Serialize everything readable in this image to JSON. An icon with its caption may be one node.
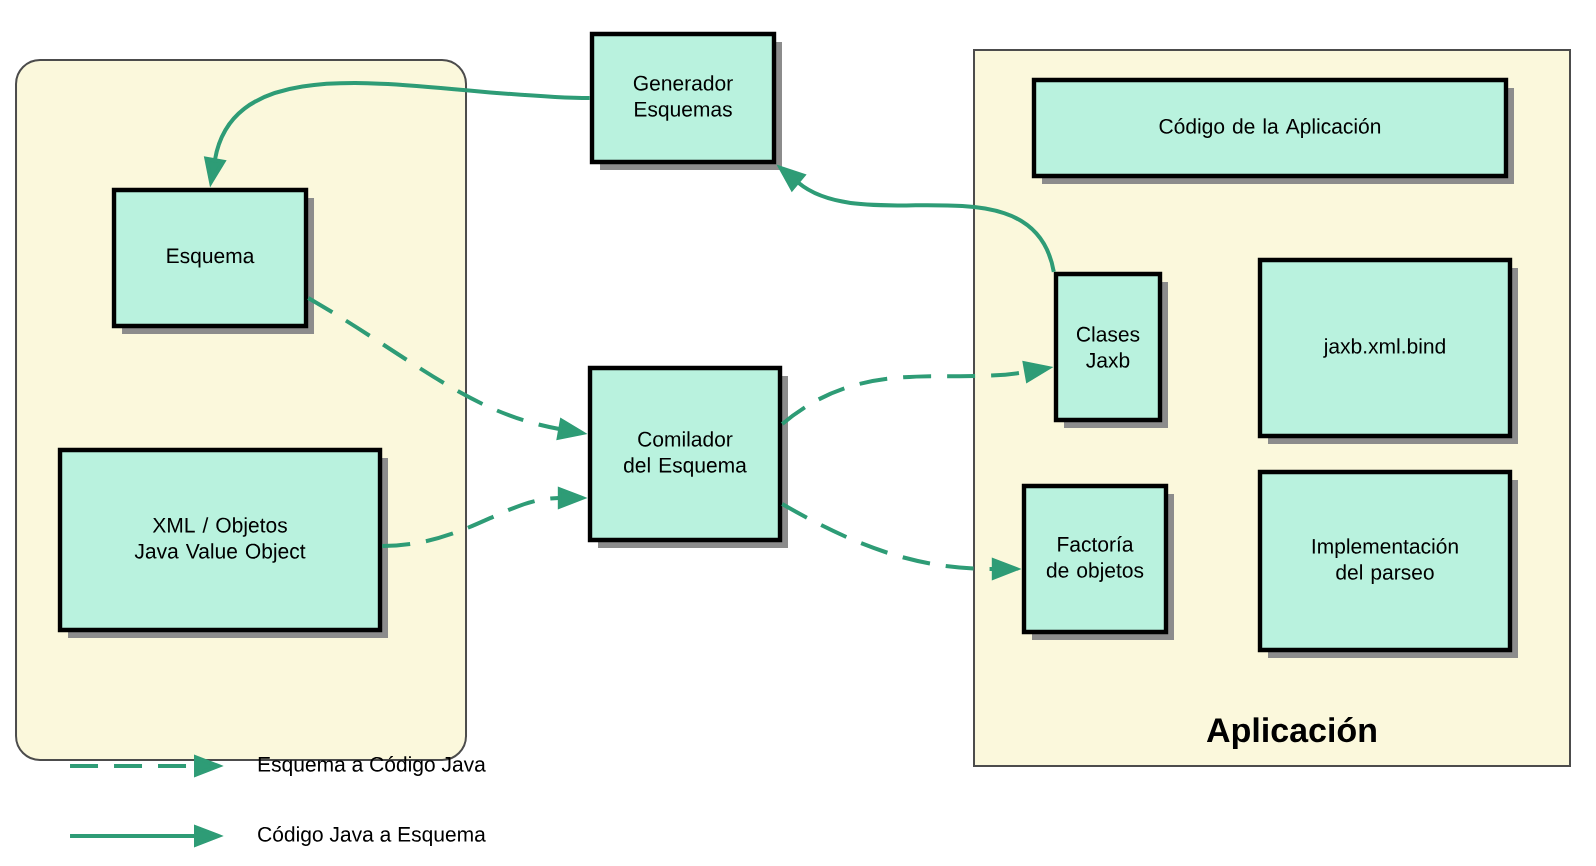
{
  "diagram": {
    "nodes": [
      {
        "text": [],
        "shape": "box"
      },
      {
        "text": [
          "Esquema"
        ],
        "in": 0
      },
      {
        "text": [
          "XML / Objetos Java Value Object"
        ],
        "in": 0
      },
      {
        "text": [
          "Generador Esquemas"
        ]
      },
      {
        "text": [
          "Comilador del Esquema"
        ]
      },
      {
        "text": [
          "Aplicación"
        ]
      },
      {
        "text": [
          "Código de la Aplicación"
        ],
        "in": 5
      },
      {
        "text": [
          "Clases Jaxb"
        ],
        "in": 5
      },
      {
        "text": [
          "jaxb.xml.bind"
        ],
        "in": 5
      },
      {
        "text": [
          "Factoría de objetos"
        ],
        "in": 5
      },
      {
        "text": [
          "Implementación del parseo"
        ],
        "in": 5
      }
    ],
    "edges": [
      {
        "from": 3,
        "to": 1,
        "arrow": "to"
      },
      {
        "from": 7,
        "to": 3,
        "arrow": "to"
      },
      {
        "from": 1,
        "to": 4,
        "arrow": "to",
        "style": "dashed"
      },
      {
        "from": 2,
        "to": 4,
        "arrow": "to",
        "style": "dashed"
      },
      {
        "from": 4,
        "to": 7,
        "arrow": "to",
        "style": "dashed"
      },
      {
        "from": 4,
        "to": 9,
        "arrow": "to",
        "style": "dashed"
      }
    ],
    "legend": [
      {
        "text": "Esquema a Código Java"
      },
      {
        "text": "Código Java a Esquema"
      }
    ]
  }
}
